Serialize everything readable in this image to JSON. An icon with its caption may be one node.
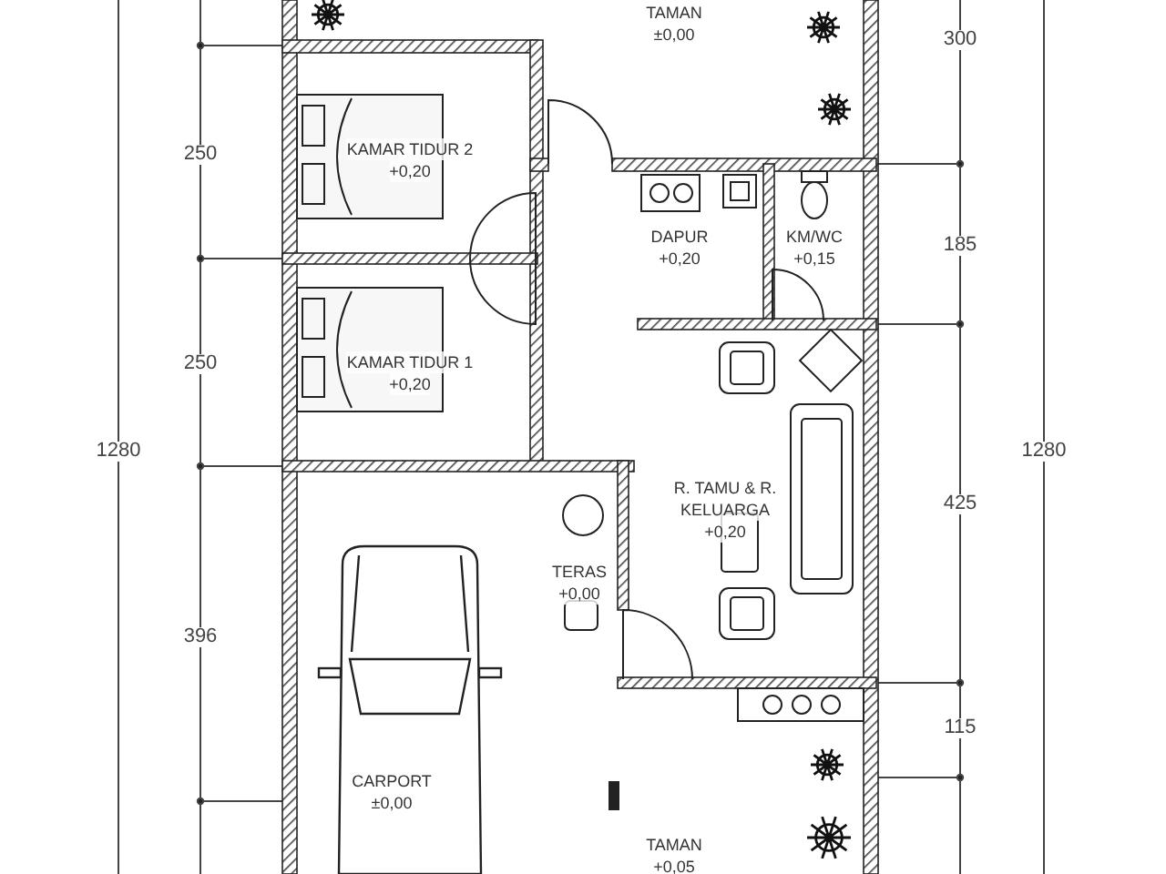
{
  "diagram": {
    "nodes": [
      {
        "text": [
          "TAMAN",
          "±0,00"
        ]
      },
      {
        "text": [
          "KAMAR TIDUR 2",
          "+0,20"
        ]
      },
      {
        "text": [
          "DAPUR",
          "+0,20"
        ]
      },
      {
        "text": [
          "KM/WC",
          "+0,15"
        ]
      },
      {
        "text": [
          "KAMAR TIDUR 1",
          "+0,20"
        ]
      },
      {
        "text": [
          "R. TAMU & R. KELUARGA",
          "+0,20"
        ]
      },
      {
        "text": [
          "TERAS",
          "+0,00"
        ]
      },
      {
        "text": [
          "CARPORT",
          "±0,00"
        ]
      },
      {
        "text": [
          "TAMAN",
          "+0,05"
        ]
      }
    ],
    "labels": [
      "250",
      "250",
      "1280",
      "396",
      "300",
      "185",
      "1280",
      "425",
      "115"
    ]
  }
}
